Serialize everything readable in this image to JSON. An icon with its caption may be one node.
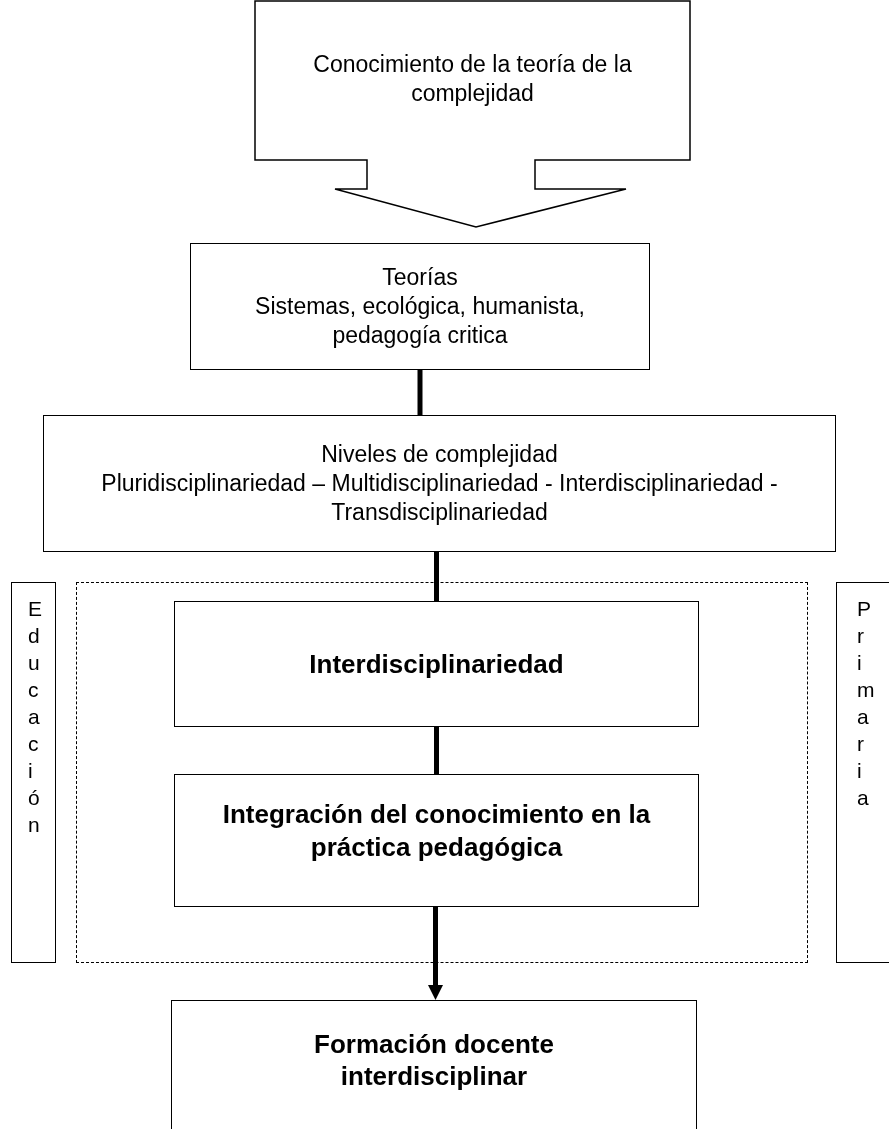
{
  "diagram": {
    "nodes": [
      {
        "text": [
          "Conocimiento de la teoría de la complejidad"
        ]
      },
      {
        "text": [
          "Teorías",
          "Sistemas, ecológica, humanista, pedagogía critica"
        ]
      },
      {
        "text": [
          "Niveles de complejidad",
          "Pluridisciplinariedad – Multidisciplinariedad - Interdisciplinariedad - Transdisciplinariedad"
        ]
      },
      {
        "text": [
          "Educación"
        ]
      },
      {
        "text": [],
        "shape": "box"
      },
      {
        "text": [
          "Interdisciplinariedad"
        ],
        "in": 4
      },
      {
        "text": [
          "Integración del conocimiento en la práctica pedagógica"
        ],
        "in": 4
      },
      {
        "text": [
          "Primaria"
        ]
      },
      {
        "text": [
          "Formación docente interdisciplinar"
        ]
      }
    ],
    "edges": [
      {
        "from": 1,
        "to": 2,
        "arrow": "none"
      },
      {
        "from": 2,
        "to": 5,
        "arrow": "none"
      },
      {
        "from": 5,
        "to": 6,
        "arrow": "none"
      },
      {
        "from": 6,
        "to": 8,
        "arrow": "to"
      }
    ]
  }
}
